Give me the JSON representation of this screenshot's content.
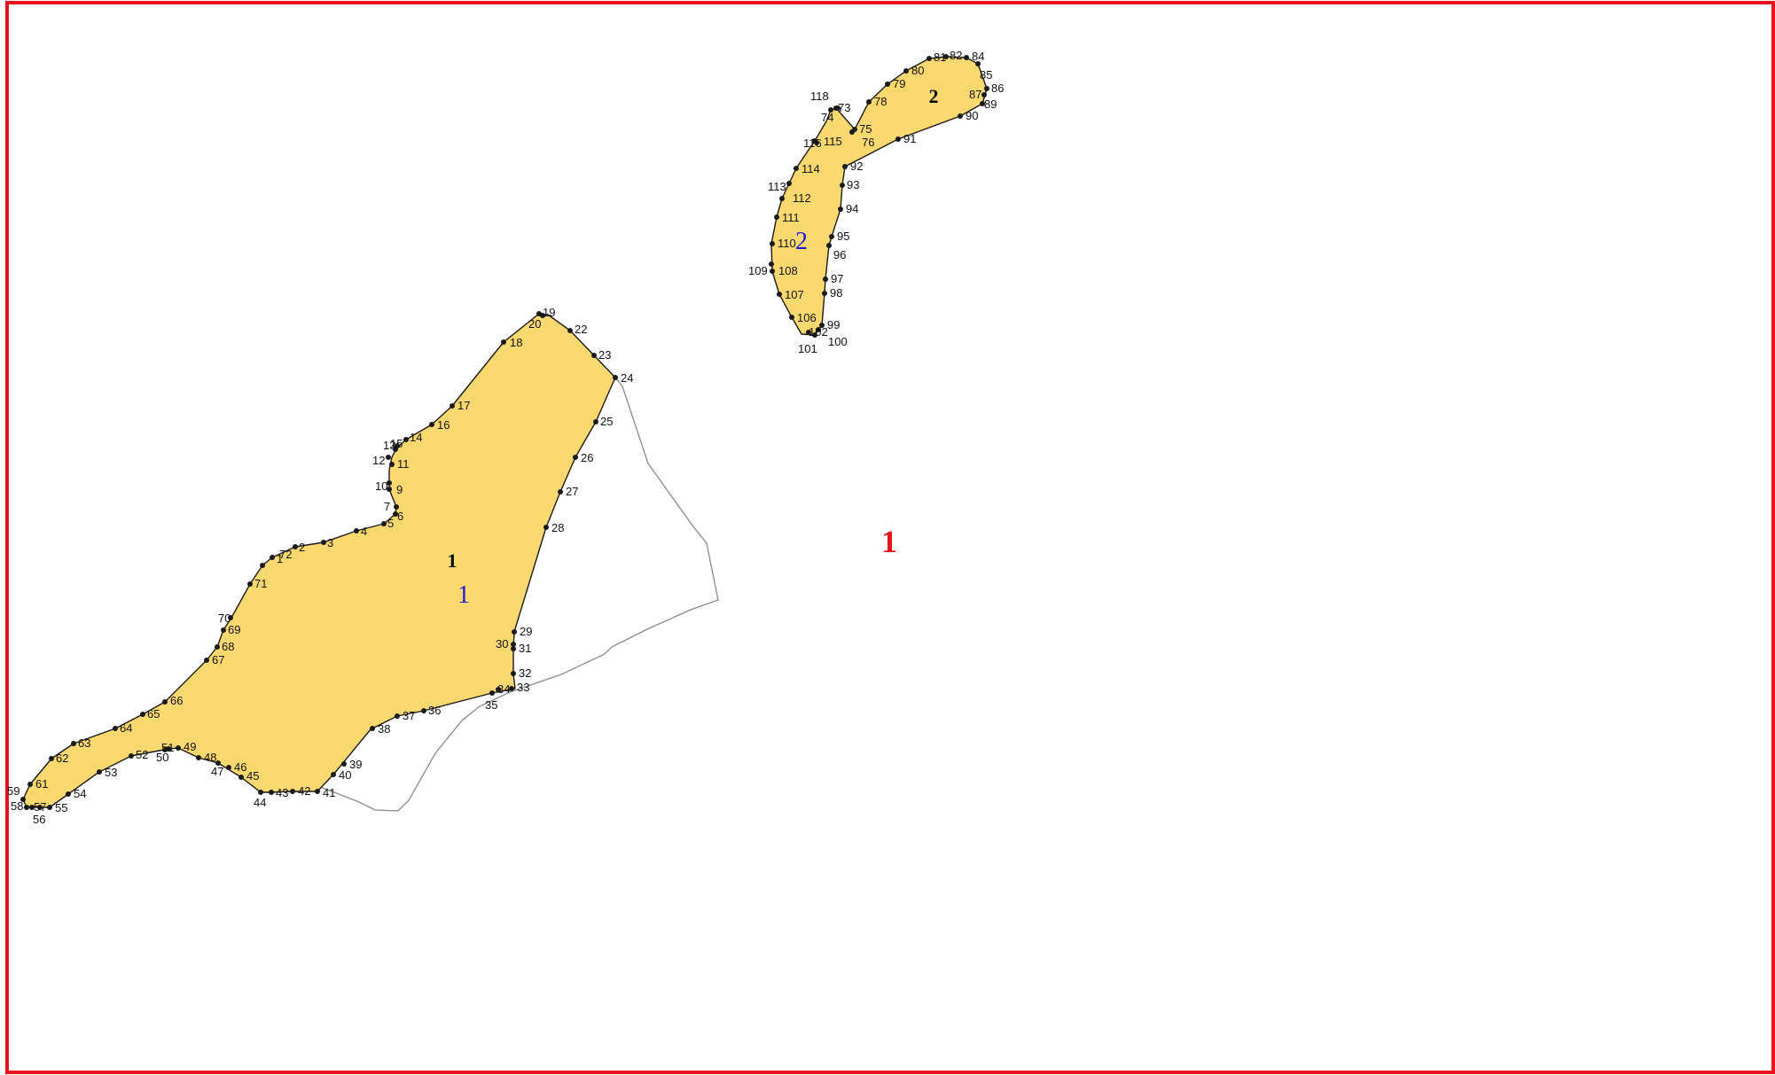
{
  "frame": {
    "label": "1",
    "color": "#e8141c"
  },
  "styles": {
    "fill": "#fcd96f",
    "outline": "#1a1a1a",
    "ghost": "#8a8a8a",
    "region_label": "#1b1bd6"
  },
  "polygons": [
    {
      "id": "1",
      "region_label": "1"
    },
    {
      "id": "2",
      "region_label": "2"
    }
  ],
  "vertex_labels": [
    "1",
    "2",
    "3",
    "4",
    "5",
    "6",
    "7",
    "9",
    "10",
    "11",
    "12",
    "13",
    "14",
    "15",
    "16",
    "17",
    "18",
    "19",
    "20",
    "22",
    "23",
    "24",
    "25",
    "26",
    "27",
    "28",
    "29",
    "30",
    "31",
    "32",
    "33",
    "34",
    "35",
    "36",
    "37",
    "38",
    "39",
    "40",
    "41",
    "42",
    "43",
    "44",
    "45",
    "46",
    "47",
    "48",
    "49",
    "50",
    "51",
    "52",
    "53",
    "54",
    "55",
    "56",
    "57",
    "58",
    "59",
    "61",
    "62",
    "63",
    "64",
    "65",
    "66",
    "67",
    "68",
    "69",
    "70",
    "71",
    "72",
    "73",
    "74",
    "75",
    "76",
    "78",
    "79",
    "80",
    "81",
    "82",
    "84",
    "85",
    "86",
    "87",
    "89",
    "90",
    "91",
    "92",
    "93",
    "94",
    "95",
    "96",
    "97",
    "98",
    "99",
    "100",
    "101",
    "102",
    "106",
    "107",
    "108",
    "109",
    "110",
    "111",
    "112",
    "113",
    "114",
    "115",
    "116",
    "118"
  ]
}
